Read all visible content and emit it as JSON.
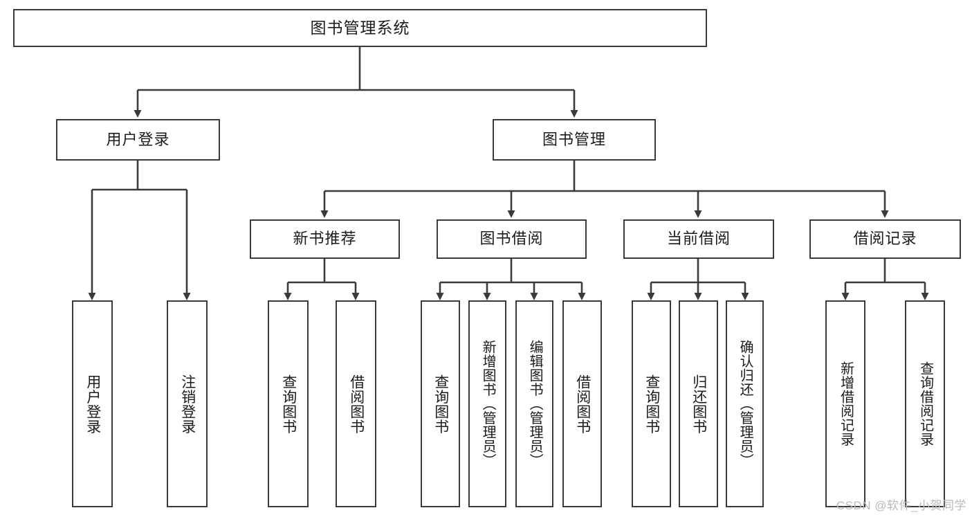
{
  "diagram": {
    "title": "图书管理系统",
    "type": "tree-hierarchy",
    "background": "#ffffff",
    "line_color": "#3a3a3a",
    "box_border": "#3a3a3a",
    "box_fill": "#ffffff",
    "text_color": "#1b1b1b"
  },
  "nodes": {
    "root": {
      "label": "图书管理系统"
    },
    "level2": [
      {
        "label": "用户登录"
      },
      {
        "label": "图书管理"
      }
    ],
    "level3": [
      {
        "label": "新书推荐"
      },
      {
        "label": "图书借阅"
      },
      {
        "label": "当前借阅"
      },
      {
        "label": "借阅记录"
      }
    ],
    "leaves": {
      "user_login": [
        {
          "label": "用户登录"
        },
        {
          "label": "注销登录"
        }
      ],
      "new_book_recommend": [
        {
          "label": "查询图书"
        },
        {
          "label": "借阅图书"
        }
      ],
      "book_borrow": [
        {
          "label": "查询图书"
        },
        {
          "label": "新增图书（管理员）"
        },
        {
          "label": "编辑图书（管理员）"
        },
        {
          "label": "借阅图书"
        }
      ],
      "current_borrow": [
        {
          "label": "查询图书"
        },
        {
          "label": "归还图书"
        },
        {
          "label": "确认归还（管理员）"
        }
      ],
      "borrow_record": [
        {
          "label": "新增借阅记录"
        },
        {
          "label": "查询借阅记录"
        }
      ]
    }
  },
  "watermark": {
    "text": "CSDN @软件_小贺同学"
  }
}
